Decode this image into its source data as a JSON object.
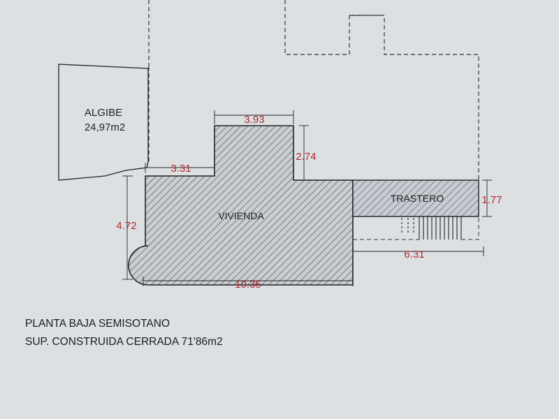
{
  "rooms": {
    "algibe": {
      "name": "ALGIBE",
      "area": "24,97m2"
    },
    "vivienda": {
      "name": "VIVIENDA"
    },
    "trastero": {
      "name": "TRASTERO"
    }
  },
  "dimensions": {
    "top_width": "3.93",
    "upper_height": "2.74",
    "left_step": "3.31",
    "left_height": "4.72",
    "bottom_width": "10.35",
    "trastero_height": "1.77",
    "trastero_width": "6.31"
  },
  "caption": {
    "line1": "PLANTA BAJA SEMISOTANO",
    "line2": "SUP. CONSTRUIDA CERRADA 71'86m2"
  },
  "colors": {
    "background": "#dde0e3",
    "line": "#222222",
    "hatch": "#4a4f55",
    "dimension_text": "#b0282c"
  }
}
